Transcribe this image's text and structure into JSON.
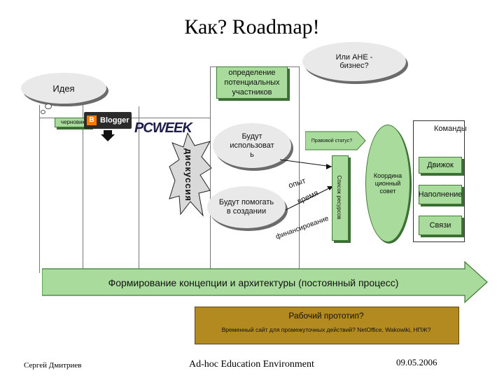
{
  "title": "Как? Roadmap!",
  "idea": "Идея",
  "business_question": "Или АНЕ -\nбизнес?",
  "participants": "определение\nпотенциальных\nучастников",
  "draft": "черновик",
  "blogger_logo": "Blogger",
  "pcweek_logo": "PCWEEK",
  "discussion": "дискуссия",
  "will_use": "Будут\nиспользоват\nь",
  "will_help": "Будут помогать\nв создании",
  "legal_status": "Правовой статус?",
  "resources_list": "Список ресурсов",
  "experience": "опыт",
  "time": "время",
  "financing": "финансирование",
  "coordination_council": "Координа\nционный\nсовет",
  "teams": "Команды",
  "engine": "Движок",
  "content": "Наполнение",
  "connections": "Связи",
  "concept_arrow": "Формирование концепции и архитектуры (постоянный процесс)",
  "prototype_title": "Рабочий прототип?",
  "prototype_sub": "Временный сайт для промежуточных действий? NetOffice, Wakowiki, НПЖ?",
  "footer": {
    "author": "Сергей Дмитриев",
    "event": "Ad-hoc Education Environment",
    "date": "09.05.2006"
  }
}
